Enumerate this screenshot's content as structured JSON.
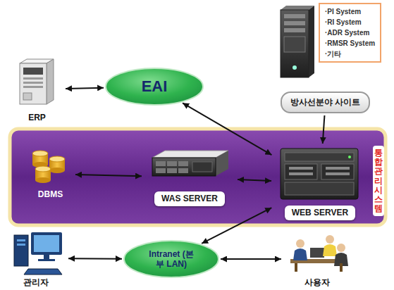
{
  "diagram": {
    "nodes": [
      {
        "text": [
          "ERP"
        ]
      },
      {
        "text": [
          "EAI"
        ]
      },
      {
        "text": [
          "·PI System",
          "·RI System",
          "·ADR System",
          "·RMSR System",
          "·기타"
        ]
      },
      {
        "text": [
          "방사선분야 사이트"
        ]
      },
      {
        "text": [
          "통합관리시스템"
        ]
      },
      {
        "text": [
          "DBMS"
        ],
        "in": 4
      },
      {
        "text": [
          "WAS SERVER"
        ],
        "in": 4
      },
      {
        "text": [
          "WEB SERVER"
        ],
        "in": 4
      },
      {
        "text": [
          "관리자"
        ]
      },
      {
        "text": [
          "Intranet (본부 LAN)"
        ]
      },
      {
        "text": [
          "사용자"
        ]
      }
    ],
    "edges": [
      {
        "from": 0,
        "to": 1,
        "arrow": "both"
      },
      {
        "from": 1,
        "to": 7,
        "arrow": "both"
      },
      {
        "from": 3,
        "to": 7,
        "arrow": "to"
      },
      {
        "from": 5,
        "to": 6,
        "arrow": "both"
      },
      {
        "from": 6,
        "to": 7,
        "arrow": "both"
      },
      {
        "from": 7,
        "to": 9,
        "arrow": "both"
      },
      {
        "from": 8,
        "to": 9,
        "arrow": "both"
      },
      {
        "from": 9,
        "to": 10,
        "arrow": "both"
      }
    ]
  }
}
